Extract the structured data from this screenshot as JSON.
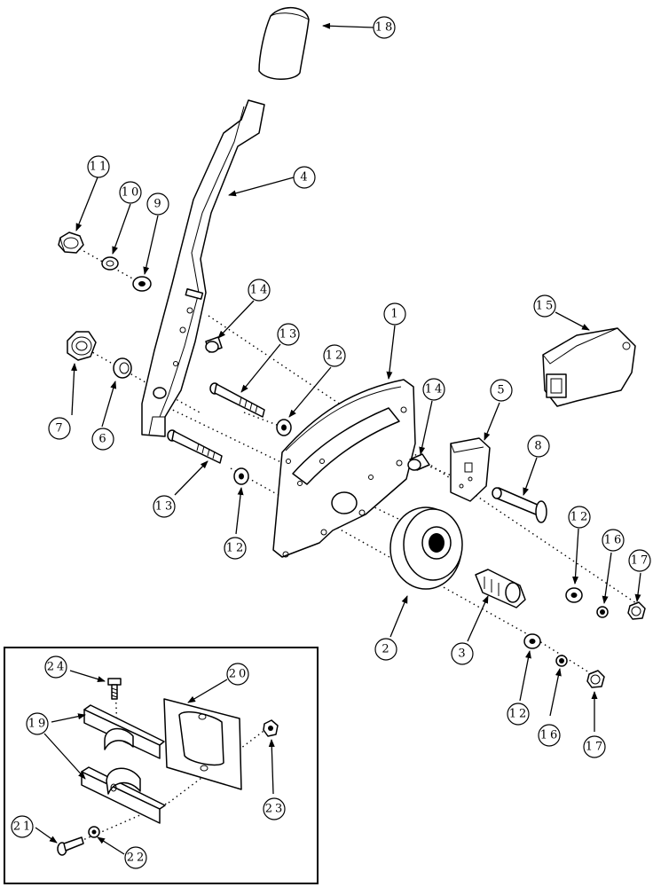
{
  "callouts": {
    "c1": "1",
    "c2": "2",
    "c3": "3",
    "c4": "4",
    "c5": "5",
    "c6": "6",
    "c7": "7",
    "c8": "8",
    "c9": "9",
    "c10": "10",
    "c11": "11",
    "c12a": "12",
    "c12b": "12",
    "c12c": "12",
    "c12d": "12",
    "c13a": "13",
    "c13b": "13",
    "c14a": "14",
    "c14b": "14",
    "c15": "15",
    "c16a": "16",
    "c16b": "16",
    "c17a": "17",
    "c17b": "17",
    "c18": "18",
    "c19": "19",
    "c20": "20",
    "c21": "21",
    "c22": "22",
    "c23": "23",
    "c24": "24"
  }
}
